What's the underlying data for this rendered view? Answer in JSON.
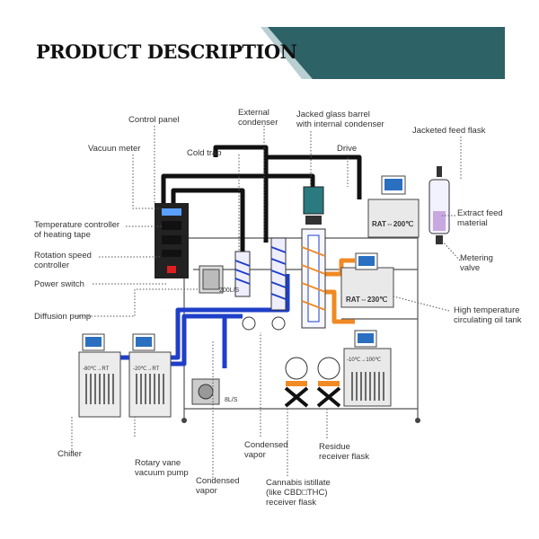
{
  "header": {
    "title": "PRODUCT DESCRIPTION"
  },
  "colors": {
    "banner_teal": "#2d6266",
    "banner_light": "#b9cfd1",
    "pipe_black": "#111111",
    "pipe_blue": "#1f3fc8",
    "pipe_orange": "#f08a24",
    "tank_gray": "#e9e9e9",
    "feed_liquid": "#c8a8e0"
  },
  "labels": {
    "control_panel": "Control panel",
    "vacuum_meter": "Vacuun meter",
    "temp_controller": "Temperature controller\nof heating tape",
    "rotation_speed": "Rotation speed\ncontroller",
    "power_switch": "Power switch",
    "diffusion_pump": "Diffusion pump",
    "chiller": "Chiller",
    "rotary_vane": "Rotary vane\nvacuum pump",
    "condensed_vapor_left": "Condensed\nvapor",
    "condensed_vapor_mid": "Condensed\nvapor",
    "cold_trap": "Cold trap",
    "external_condenser": "External\ncondenser",
    "jacketed_glass": "Jacked glass barrel\nwith internal condenser",
    "drive": "Drive",
    "jacketed_feed_flask": "Jacketed feed flask",
    "extract_feed": "Extract feed\nmaterial",
    "metering_valve": "Metering\nvalve",
    "high_temp": "High temperature\ncirculating oil tank",
    "residue": "Residue\nreceiver flask",
    "cannabis": "Cannabis istillate\n(like CBD□THC)\nreceiver flask"
  },
  "device_text": {
    "chiller1_display": "-80℃→RT",
    "chiller2_display": "-20℃→RT",
    "heater_tag": "RAT⇔200℃",
    "oil_tank_tag": "RAT⇔230℃",
    "oil_tank2_display": "-10℃→100℃",
    "diffusion_tag": "200L/S",
    "rotary_tag": "8L/S"
  }
}
